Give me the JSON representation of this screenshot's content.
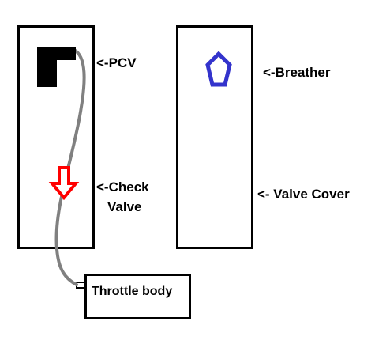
{
  "labels": {
    "pcv": "<-PCV",
    "breather": "<-Breather",
    "check_valve_line1": "<-Check",
    "check_valve_line2": "Valve",
    "valve_cover": "<- Valve Cover",
    "throttle_body": "Throttle body"
  },
  "colors": {
    "outline": "#000000",
    "hose": "#808080",
    "breather": "#3333cc",
    "check_valve": "#ff0000",
    "pcv_fill": "#000000",
    "background": "#ffffff"
  },
  "icons": {
    "pcv": "pcv-valve-icon",
    "breather": "breather-pentagon-icon",
    "check_valve": "check-valve-down-arrow-icon"
  }
}
